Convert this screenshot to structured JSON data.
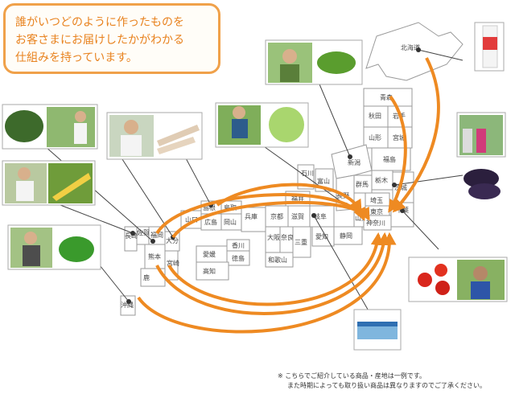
{
  "intro": {
    "lines": [
      "誰がいつどのように作ったものを",
      "お客さまにお届けしたかがわかる",
      "仕組みを持っています。"
    ]
  },
  "prefectures": {
    "hokkaido": "北海道",
    "aomori": "青森",
    "akita": "秋田",
    "iwate": "岩手",
    "yamagata": "山形",
    "miyagi": "宮城",
    "fukushima": "福島",
    "niigata": "新潟",
    "tochigi": "栃木",
    "gunma": "群馬",
    "ibaraki": "茨城",
    "nagano": "長野",
    "toyama": "富山",
    "ishikawa": "石川",
    "fukui": "福井",
    "gifu": "岐阜",
    "yamanashi": "山梨",
    "saitama": "埼玉",
    "tokyo": "東京",
    "kanagawa": "神奈川",
    "chiba": "千葉",
    "shizuoka": "静岡",
    "aichi": "愛知",
    "mie": "三重",
    "shiga": "滋賀",
    "kyoto": "京都",
    "nara": "奈良",
    "osaka": "大阪",
    "wakayama": "和歌山",
    "hyogo": "兵庫",
    "tottori": "鳥取",
    "shimane": "島根",
    "okayama": "岡山",
    "hiroshima": "広島",
    "yamaguchi": "山口",
    "kagawa": "香川",
    "tokushima": "徳島",
    "ehime": "愛媛",
    "kochi": "高知",
    "fukuoka": "福岡",
    "saga": "佐賀",
    "nagasaki": "長崎",
    "oita": "大分",
    "kumamoto": "熊本",
    "miyazaki": "宮崎",
    "kagoshima": "鹿",
    "okinawa": "沖縄"
  },
  "note": {
    "line1": "※ こちらでご紹介している商品・産地は一例です。",
    "line2": "また時期によっても取り扱い商品は異なりますのでご了承ください。"
  },
  "colors": {
    "arrow": "#ee8a22",
    "frame": "#f0a14a",
    "text": "#e8821e"
  },
  "products": [
    "pumpkin",
    "daikon",
    "lettuce",
    "edamame",
    "corn",
    "green-pepper",
    "eggplant",
    "tomato",
    "milk",
    "natto"
  ]
}
